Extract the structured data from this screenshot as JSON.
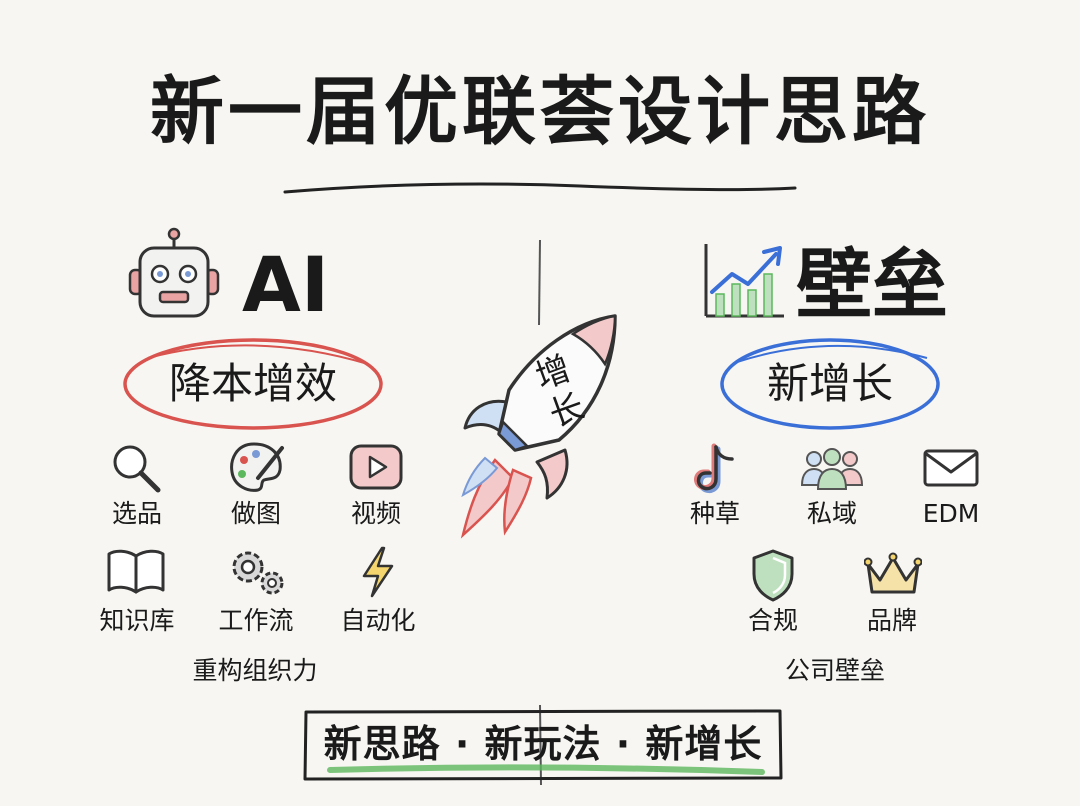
{
  "title": "新一届优联荟设计思路",
  "left": {
    "heading": "AI",
    "oval_label": "降本增效",
    "items": [
      {
        "label": "选品",
        "icon": "magnifier-icon"
      },
      {
        "label": "做图",
        "icon": "palette-icon"
      },
      {
        "label": "视频",
        "icon": "video-play-icon"
      },
      {
        "label": "知识库",
        "icon": "book-icon"
      },
      {
        "label": "工作流",
        "icon": "gears-icon"
      },
      {
        "label": "自动化",
        "icon": "lightning-icon"
      }
    ],
    "footer": "重构组织力",
    "colors": {
      "oval": "#d9534f"
    }
  },
  "center": {
    "rocket_label": "增长",
    "colors": {
      "rocket_red": "#e07b7b",
      "rocket_blue": "#7a9ad6"
    }
  },
  "right": {
    "heading": "壁垒",
    "oval_label": "新增长",
    "items": [
      {
        "label": "种草",
        "icon": "tiktok-icon"
      },
      {
        "label": "私域",
        "icon": "group-icon"
      },
      {
        "label": "EDM",
        "icon": "envelope-icon"
      },
      {
        "label": "合规",
        "icon": "shield-icon"
      },
      {
        "label": "品牌",
        "icon": "crown-icon"
      }
    ],
    "footer": "公司壁垒",
    "colors": {
      "oval": "#3b6fd8"
    }
  },
  "banner": {
    "text": "新思路 · 新玩法 · 新增长",
    "colors": {
      "underline": "#5cb85c"
    }
  }
}
